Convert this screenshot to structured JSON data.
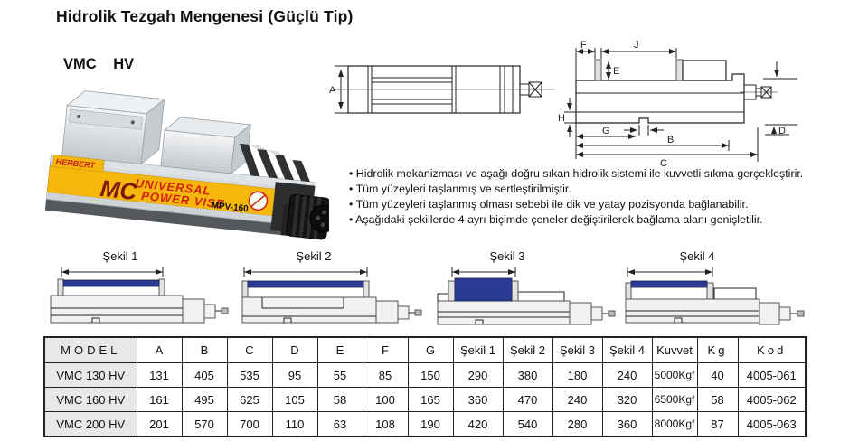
{
  "page": {
    "title": "Hidrolik Tezgah Mengenesi (Güçlü Tip)",
    "model_heading": "VMC HV"
  },
  "photo": {
    "brand": "HERBERT",
    "logo_text": "MC",
    "band_line1": "UNIVERSAL",
    "band_line2": "POWER VISE",
    "model_code": "MPV-160",
    "band_color": "#f6b70d",
    "text_red": "#c81e14"
  },
  "drawings": {
    "top_view": {
      "a": "A"
    },
    "side_view": {
      "f": "F",
      "j": "J",
      "e": "E",
      "h": "H",
      "g": "G",
      "b": "B",
      "c": "C",
      "d": "D"
    }
  },
  "bullets": [
    "Hidrolik mekanizması ve aşağı doğru sıkan hidrolik sistemi ile kuvvetli sıkma gerçekleştirir.",
    "Tüm yüzeyleri taşlanmış ve sertleştirilmiştir.",
    "Tüm yüzeyleri taşlanmış olması sebebi ile dik ve yatay pozisyonda bağlanabilir.",
    "Aşağıdaki şekillerde 4 ayrı biçimde çeneler değiştirilerek bağlama alanı genişletilir."
  ],
  "figures": [
    {
      "label": "Şekil 1"
    },
    {
      "label": "Şekil 2"
    },
    {
      "label": "Şekil 3"
    },
    {
      "label": "Şekil 4"
    }
  ],
  "workpiece_color": "#2b3a94",
  "table": {
    "headers": [
      "MODEL",
      "A",
      "B",
      "C",
      "D",
      "E",
      "F",
      "G",
      "Şekil 1",
      "Şekil 2",
      "Şekil 3",
      "Şekil 4",
      "Kuvvet",
      "Kg",
      "Kod"
    ],
    "rows": [
      [
        "VMC 130 HV",
        "131",
        "405",
        "535",
        "95",
        "55",
        "85",
        "150",
        "290",
        "380",
        "180",
        "240",
        "5000Kgf",
        "40",
        "4005-061"
      ],
      [
        "VMC 160 HV",
        "161",
        "495",
        "625",
        "105",
        "58",
        "100",
        "165",
        "360",
        "470",
        "240",
        "320",
        "6500Kgf",
        "58",
        "4005-062"
      ],
      [
        "VMC 200 HV",
        "201",
        "570",
        "700",
        "110",
        "63",
        "108",
        "190",
        "420",
        "540",
        "280",
        "360",
        "8000Kgf",
        "87",
        "4005-063"
      ]
    ]
  }
}
